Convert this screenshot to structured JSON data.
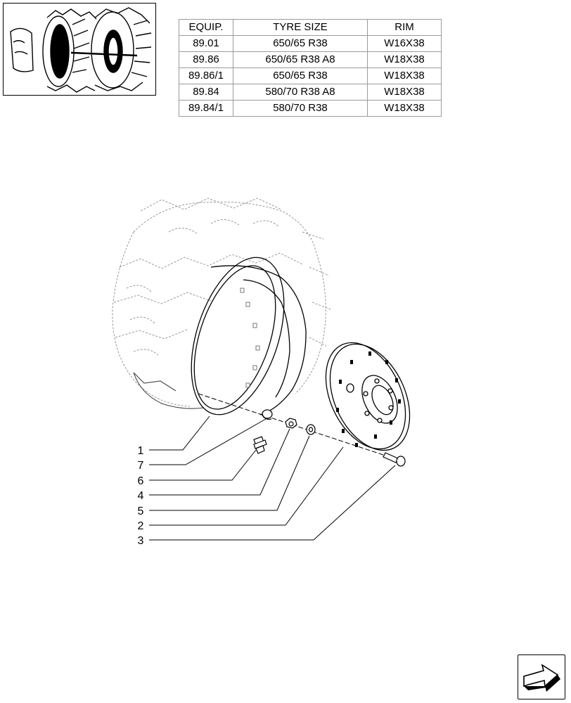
{
  "table": {
    "headers": [
      "EQUIP.",
      "TYRE SIZE",
      "RIM"
    ],
    "rows": [
      [
        "89.01",
        "650/65 R38",
        "W16X38"
      ],
      [
        "89.86",
        "650/65 R38 A8",
        "W18X38"
      ],
      [
        "89.86/1",
        "650/65 R38",
        "W18X38"
      ],
      [
        "89.84",
        "580/70 R38 A8",
        "W18X38"
      ],
      [
        "89.84/1",
        "580/70 R38",
        "W18X38"
      ]
    ]
  },
  "callouts": [
    "1",
    "7",
    "6",
    "4",
    "5",
    "2",
    "3"
  ],
  "icons": {
    "thumbnail": "tractor-tyre-thumbnail-icon",
    "navigation": "next-page-arrow-icon"
  }
}
